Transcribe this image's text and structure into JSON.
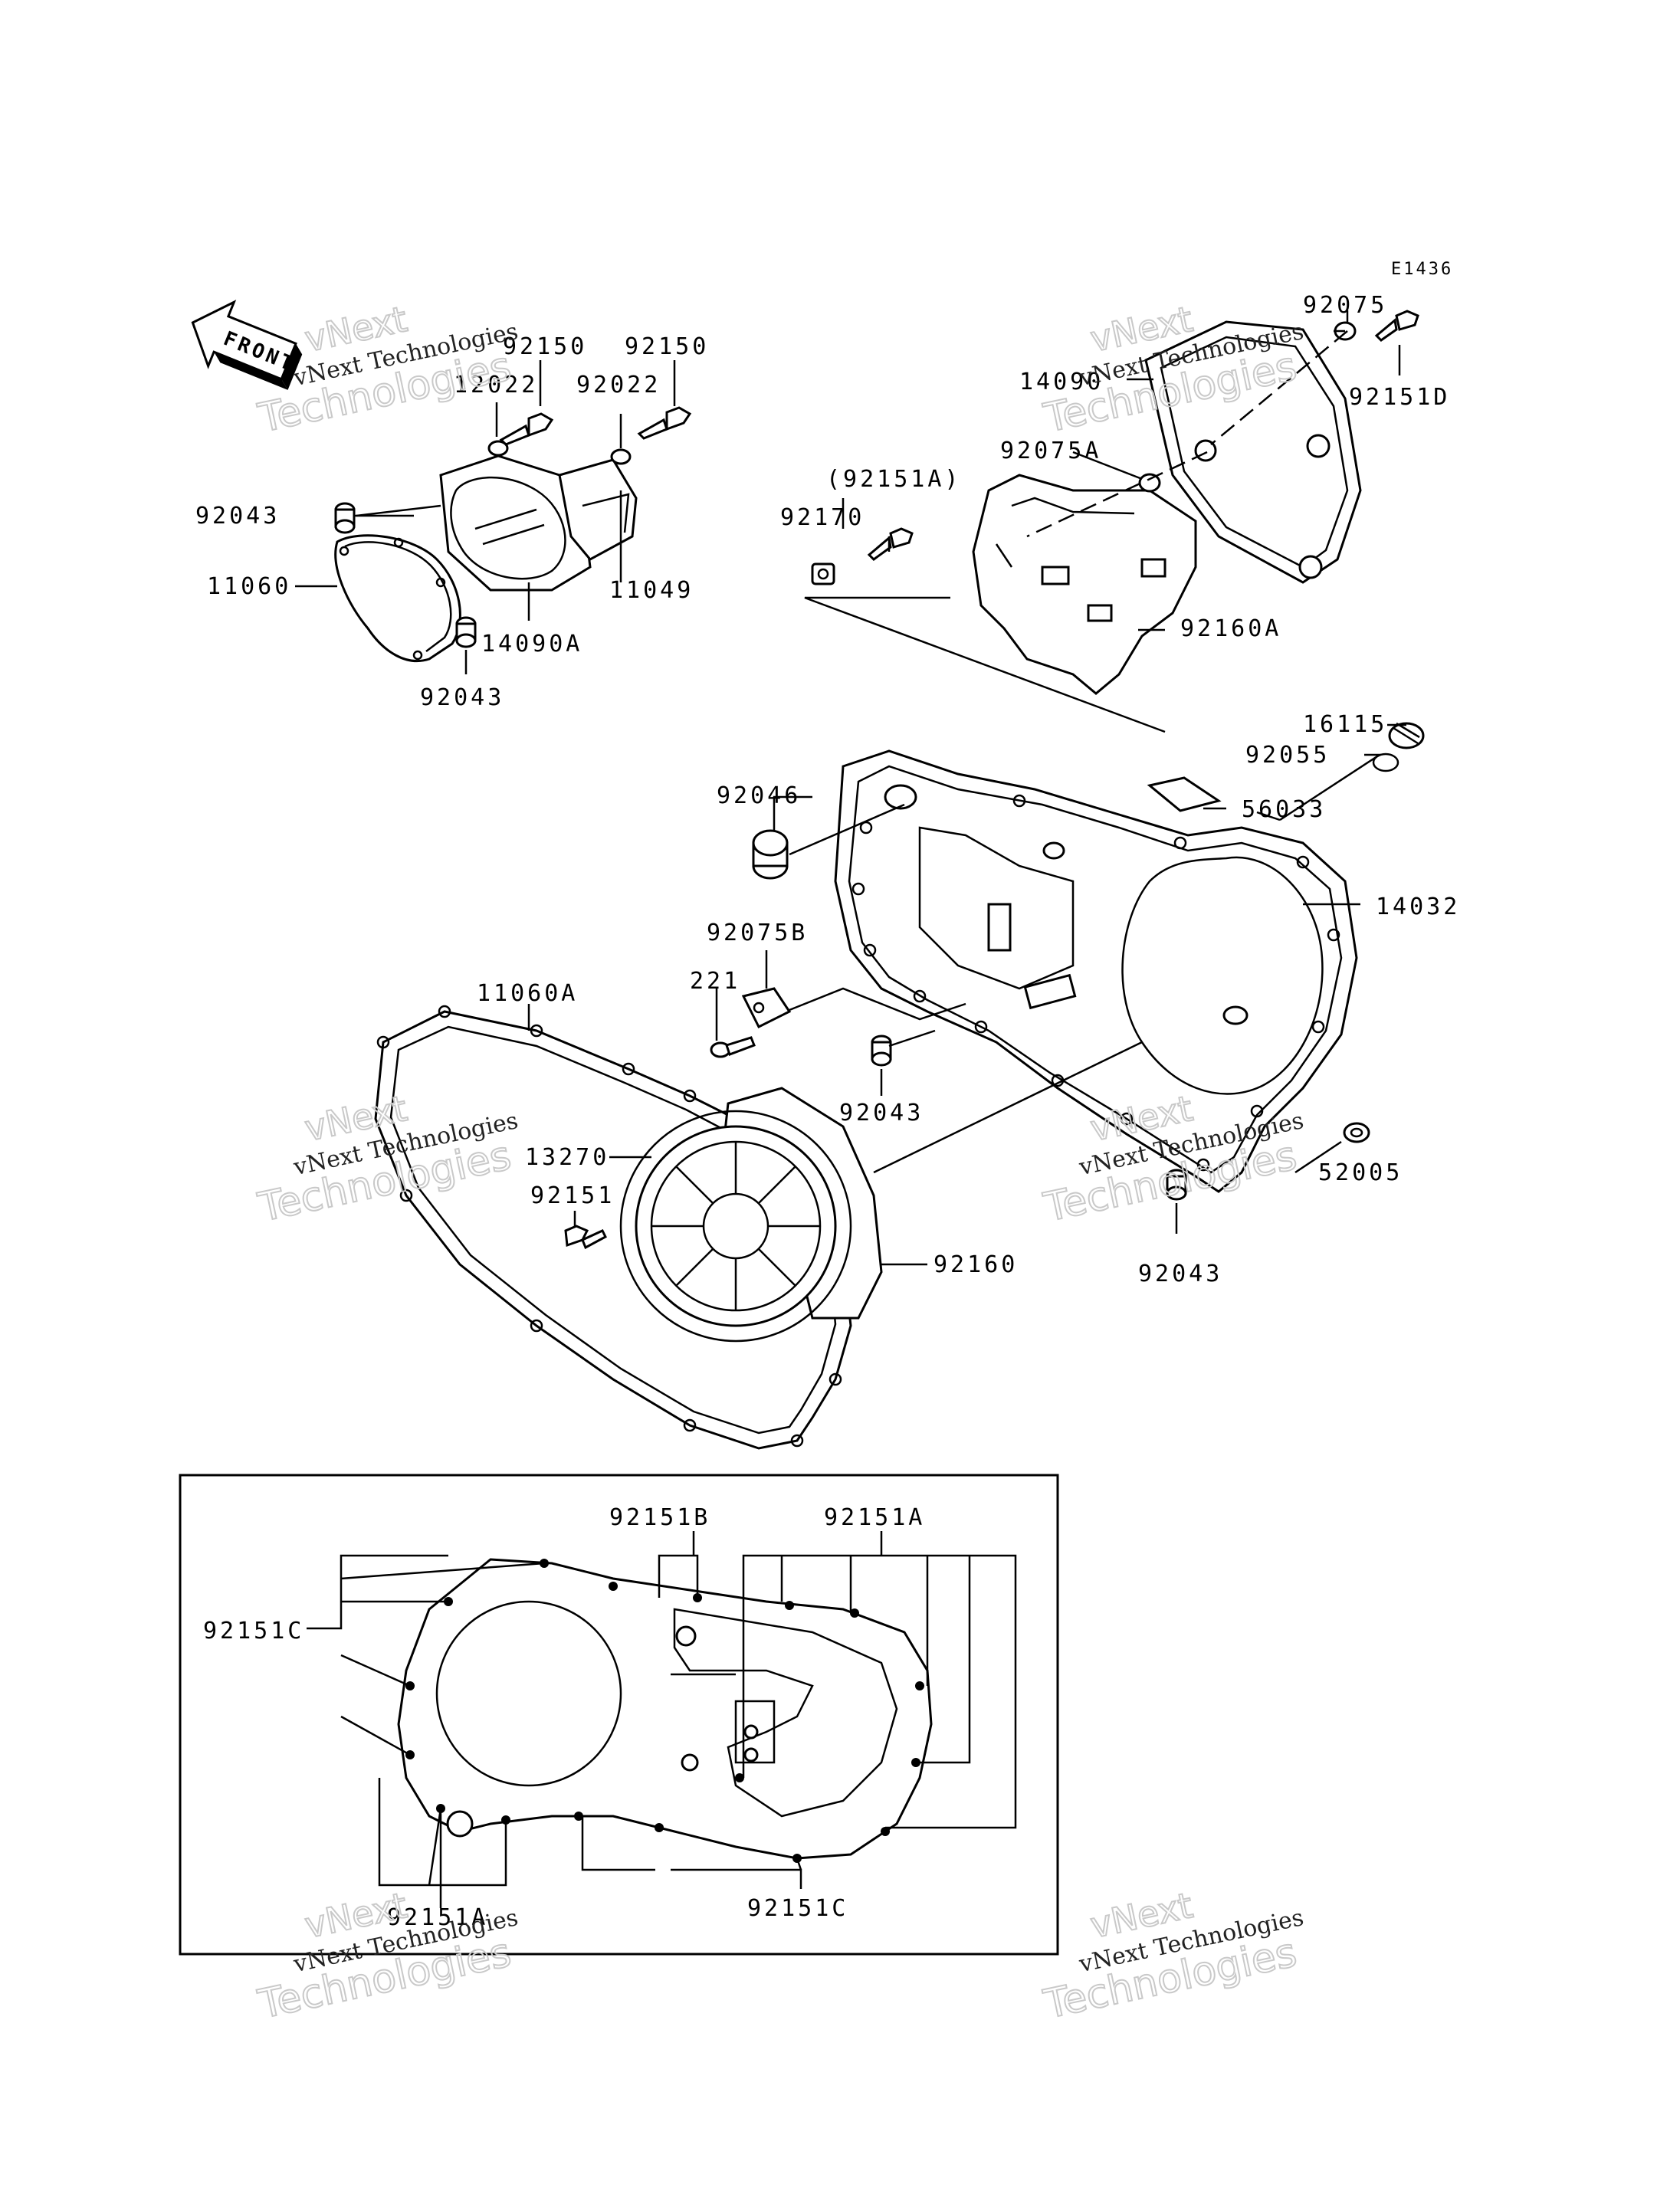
{
  "diagram_code": "E1436",
  "front_label": "FRONT",
  "watermark": {
    "brand": "vNext",
    "company": "vNext Technologies",
    "word": "Technologies"
  },
  "parts": {
    "p92150_a": "92150",
    "p92150_b": "92150",
    "p12022": "12022",
    "p92022": "92022",
    "p92043_a": "92043",
    "p11060": "11060",
    "p11049": "11049",
    "p14090a": "14090A",
    "p92043_b": "92043",
    "p92075": "92075",
    "p14090": "14090",
    "p92151d": "92151D",
    "p92075a": "92075A",
    "p92151a_paren": "(92151A)",
    "p92170": "92170",
    "p92160a": "92160A",
    "p16115": "16115",
    "p92055": "92055",
    "p92046": "92046",
    "p56033": "56033",
    "p14032": "14032",
    "p92075b": "92075B",
    "p221": "221",
    "p11060a": "11060A",
    "p92043_c": "92043",
    "p13270": "13270",
    "p92151": "92151",
    "p92160": "92160",
    "p52005": "52005",
    "p92043_d": "92043",
    "p92151b": "92151B",
    "p92151a_top": "92151A",
    "p92151c_left": "92151C",
    "p92151a_bottom": "92151A",
    "p92151c_bottom": "92151C"
  }
}
